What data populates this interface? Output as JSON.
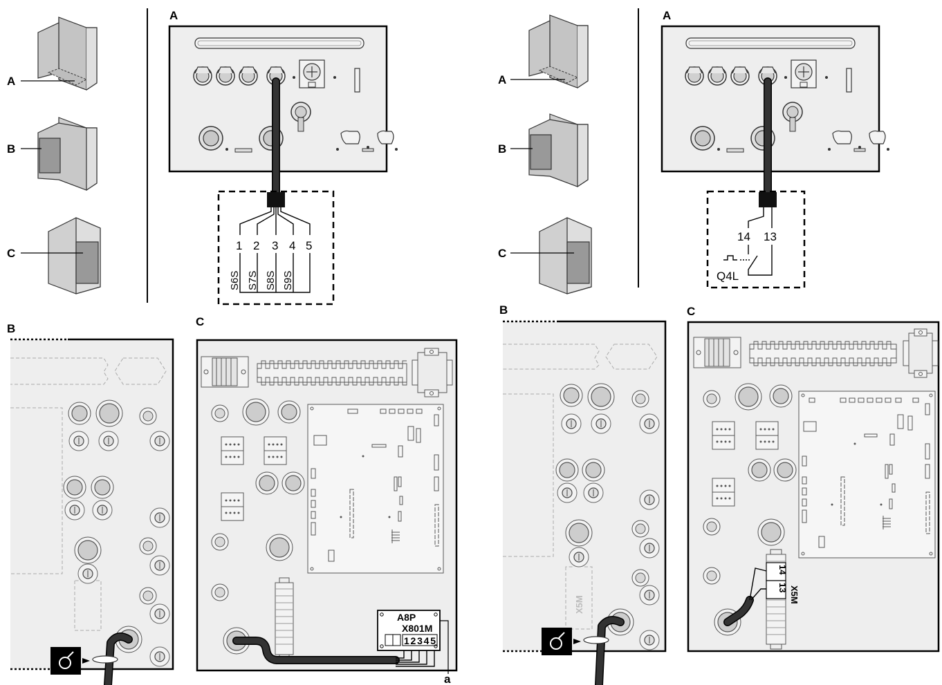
{
  "left": {
    "legend_a": "A",
    "legend_b": "B",
    "legend_c": "C",
    "panel_a_label": "A",
    "panel_b_label": "B",
    "panel_c_label": "C",
    "terminals": [
      "1",
      "2",
      "3",
      "4",
      "5"
    ],
    "sensors": [
      "S6S",
      "S7S",
      "S8S",
      "S9S"
    ],
    "pcb_name": "A8P",
    "connector_name": "X801M",
    "connector_pins": "12345",
    "callout": "a"
  },
  "right": {
    "legend_a": "A",
    "legend_b": "B",
    "legend_c": "C",
    "panel_a_label": "A",
    "panel_b_label": "B",
    "panel_c_label": "C",
    "terminals": [
      "14",
      "13"
    ],
    "switch_name": "Q4L",
    "strip_label": "X5M",
    "term_labels": [
      "14",
      "13"
    ],
    "conn_label": "X5M"
  },
  "colors": {
    "panel_fill": "#eeeeee",
    "cable": "#333333",
    "flap": "#999999"
  }
}
